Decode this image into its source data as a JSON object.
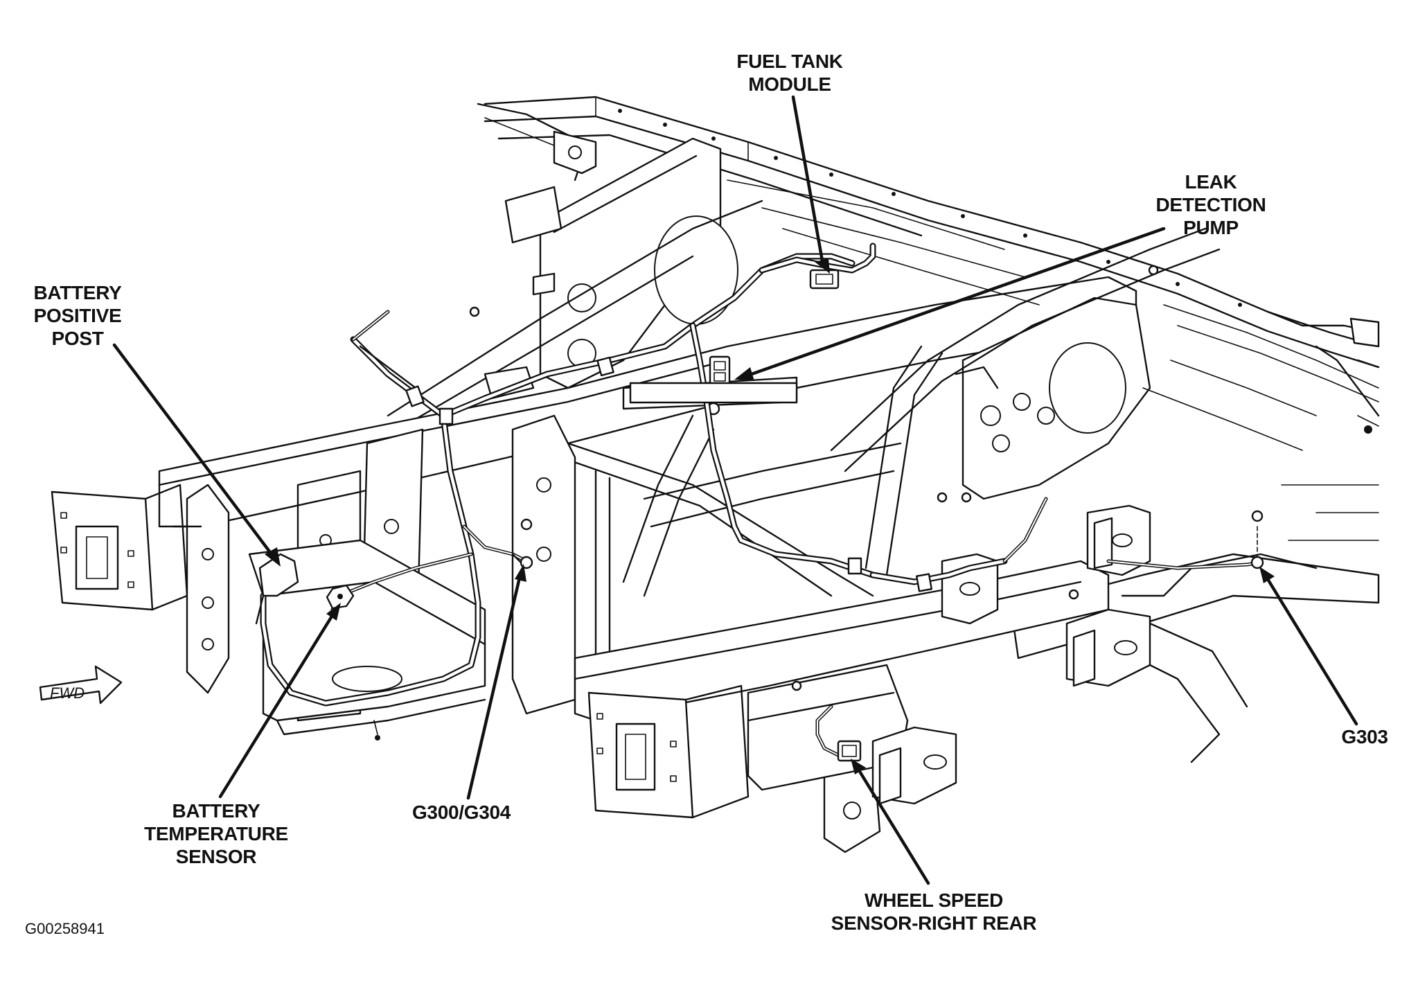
{
  "callouts": {
    "fuel_tank_module": [
      "FUEL TANK",
      "MODULE"
    ],
    "leak_detection_pump": [
      "LEAK",
      "DETECTION",
      "PUMP"
    ],
    "battery_positive_post": [
      "BATTERY",
      "POSITIVE",
      "POST"
    ],
    "battery_temperature_sensor": [
      "BATTERY",
      "TEMPERATURE",
      "SENSOR"
    ],
    "g300_g304": "G300/G304",
    "g303": "G303",
    "wheel_speed_sensor_right_rear": [
      "WHEEL SPEED",
      "SENSOR-RIGHT REAR"
    ]
  },
  "direction_indicator": "FWD",
  "figure_id": "G00258941"
}
